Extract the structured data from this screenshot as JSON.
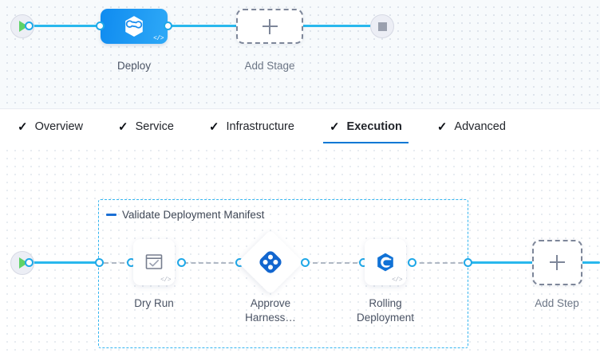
{
  "stage_canvas": {
    "start_node": {
      "icon": "play-icon"
    },
    "end_node": {
      "icon": "stop-icon"
    },
    "stage": {
      "label": "Deploy",
      "icon": "harness-deploy-icon",
      "code_badge": "</>",
      "color": "#1290f2"
    },
    "add_stage": {
      "label": "Add Stage",
      "icon": "plus-icon"
    }
  },
  "tabs": {
    "items": [
      {
        "label": "Overview",
        "icon": "check-icon",
        "active": false
      },
      {
        "label": "Service",
        "icon": "check-icon",
        "active": false
      },
      {
        "label": "Infrastructure",
        "icon": "check-icon",
        "active": false
      },
      {
        "label": "Execution",
        "icon": "check-icon",
        "active": true
      },
      {
        "label": "Advanced",
        "icon": "check-icon",
        "active": false
      }
    ],
    "active_color": "#0278d5"
  },
  "execution_canvas": {
    "start_node": {
      "icon": "play-icon"
    },
    "step_group": {
      "title": "Validate Deployment Manifest",
      "collapse_icon": "collapse-dash-icon",
      "border_color": "#34b5f0"
    },
    "steps": [
      {
        "label": "Dry Run",
        "icon": "dry-run-check-window-icon",
        "shape": "rounded-rect",
        "code_badge": "</>"
      },
      {
        "label": "Approve Harness…",
        "icon": "harness-approval-icon",
        "shape": "diamond",
        "code_badge": ""
      },
      {
        "label": "Rolling Deployment",
        "icon": "rolling-deployment-icon",
        "shape": "rounded-rect",
        "code_badge": "</>"
      }
    ],
    "add_step": {
      "label": "Add Step",
      "icon": "plus-icon"
    }
  },
  "colors": {
    "connector": "#29b8ed",
    "dashed_connector": "#b0b8c4",
    "accent_blue": "#0278d5",
    "harness_blue": "#1066d0"
  }
}
